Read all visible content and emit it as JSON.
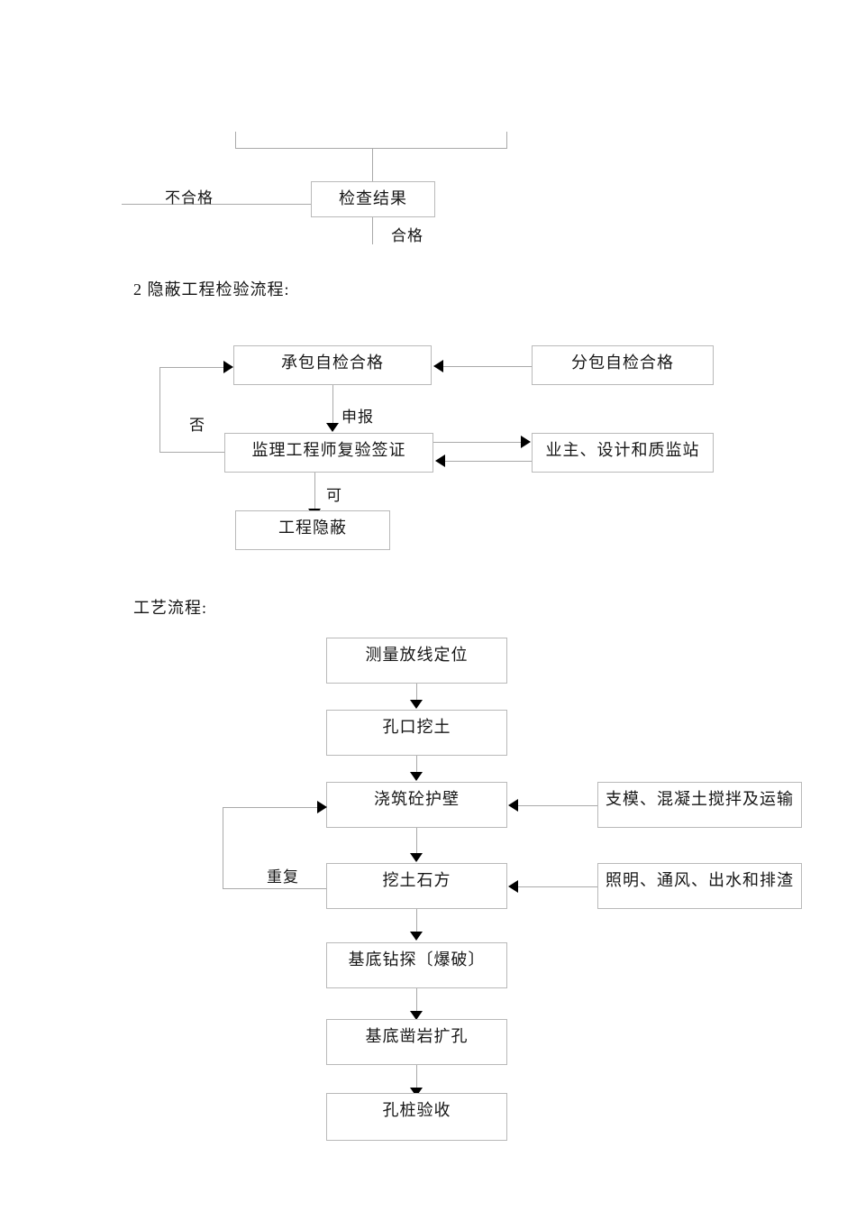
{
  "document": {
    "sections": [
      {
        "id": "inspection-result-fragment",
        "heading": ""
      },
      {
        "id": "concealed-works",
        "heading": "2 隐蔽工程检验流程:"
      },
      {
        "id": "process-flow",
        "heading": "工艺流程:"
      }
    ]
  },
  "flow_top": {
    "boxes": [
      {
        "id": "inspection-result",
        "label": "检查结果"
      }
    ],
    "labels": [
      {
        "id": "fail-label",
        "text": "不合格"
      },
      {
        "id": "pass-label",
        "text": "合格"
      }
    ]
  },
  "flow_concealed": {
    "boxes": [
      {
        "id": "contractor-self-check",
        "label": "承包自检合格"
      },
      {
        "id": "subcontractor-self-check",
        "label": "分包自检合格"
      },
      {
        "id": "supervisor-recheck-sign",
        "label": "监理工程师复验签证"
      },
      {
        "id": "owner-design-quality-station",
        "label": "业主、设计和质监站"
      },
      {
        "id": "works-concealed",
        "label": "工程隐蔽"
      }
    ],
    "labels": [
      {
        "id": "no-label",
        "text": "否"
      },
      {
        "id": "declare-label",
        "text": "申报"
      },
      {
        "id": "ok-label",
        "text": "可"
      }
    ]
  },
  "flow_process": {
    "boxes": [
      {
        "id": "survey-setout-position",
        "label": "测量放线定位"
      },
      {
        "id": "hole-mouth-excavation",
        "label": "孔口挖土"
      },
      {
        "id": "cast-concrete-retaining-wall",
        "label": "浇筑砼护壁"
      },
      {
        "id": "earth-rock-excavation",
        "label": "挖土石方"
      },
      {
        "id": "base-drilling-blasting",
        "label": "基底钻探〔爆破〕"
      },
      {
        "id": "base-rock-chiselling-expansion",
        "label": "基底凿岩扩孔"
      },
      {
        "id": "pile-hole-acceptance",
        "label": "孔桩验收"
      }
    ],
    "side_boxes": [
      {
        "id": "formwork-concrete-mixing-transport",
        "label": "支模、混凝土搅拌及运输"
      },
      {
        "id": "lighting-ventilation-water-slag",
        "label": "照明、通风、出水和排渣"
      }
    ],
    "labels": [
      {
        "id": "repeat-label",
        "text": "重复"
      }
    ]
  },
  "colors": {
    "box_border": "#b9b9b9",
    "connector": "#a9a9a9",
    "arrow": "#000000",
    "text": "#161616",
    "background": "#ffffff"
  }
}
